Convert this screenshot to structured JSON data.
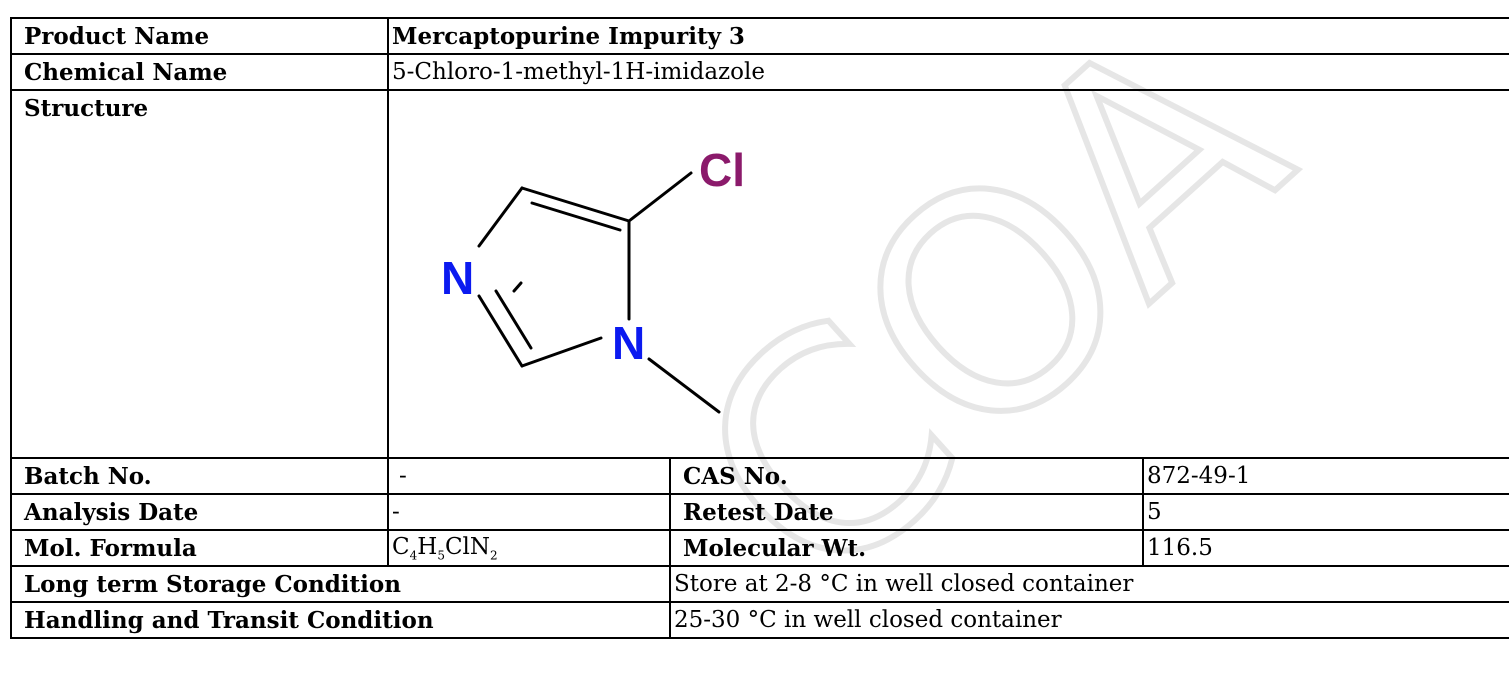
{
  "rows": {
    "product_name": {
      "label": "Product Name",
      "value": "Mercaptopurine Impurity 3"
    },
    "chemical_name": {
      "label": "Chemical Name",
      "value": "5-Chloro-1-methyl-1H-imidazole"
    },
    "structure": {
      "label": "Structure",
      "atoms": {
        "cl": "Cl",
        "n1": "N",
        "n2": "N"
      }
    },
    "batch_no": {
      "label": "Batch No.",
      "value": "-"
    },
    "cas_no": {
      "label": "CAS No.",
      "value": "872-49-1"
    },
    "analysis_date": {
      "label": "Analysis Date",
      "value": "-"
    },
    "retest_date": {
      "label": "Retest Date",
      "value": "5"
    },
    "mol_formula": {
      "label": "Mol. Formula",
      "c": "C",
      "c_n": "4",
      "h": "H",
      "h_n": "5",
      "cln": "ClN",
      "n_n": "2"
    },
    "molecular_wt": {
      "label": "Molecular Wt.",
      "value": "116.5"
    },
    "storage": {
      "label": "Long term Storage Condition",
      "value": "Store at 2-8 °C in well closed container"
    },
    "handling": {
      "label": "Handling and Transit Condition",
      "value": "25-30 °C in well closed container"
    }
  },
  "watermark": {
    "text": "COA"
  },
  "colors": {
    "chlorine": "#8b1a6b",
    "nitrogen": "#0b1af0",
    "watermark": "#ececec"
  }
}
